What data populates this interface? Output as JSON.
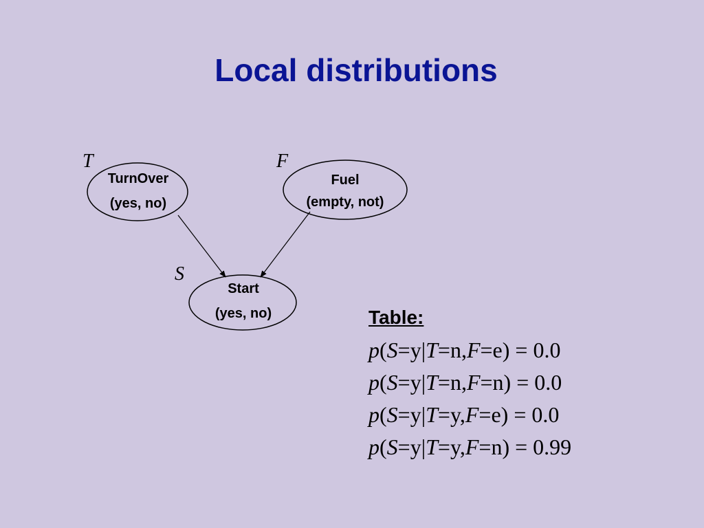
{
  "slide": {
    "title": "Local distributions"
  },
  "nodes": {
    "turnover": {
      "letter": "T",
      "name": "TurnOver",
      "values": "(yes, no)"
    },
    "fuel": {
      "letter": "F",
      "name": "Fuel",
      "values": "(empty, not)"
    },
    "start": {
      "letter": "S",
      "name": "Start",
      "values": "(yes, no)"
    }
  },
  "table": {
    "heading": "Table:",
    "rows": [
      {
        "t": "n",
        "f": "e",
        "value": "0.0"
      },
      {
        "t": "n",
        "f": "n",
        "value": "0.0"
      },
      {
        "t": "y",
        "f": "e",
        "value": "0.0"
      },
      {
        "t": "y",
        "f": "n",
        "value": "0.99"
      }
    ]
  },
  "colors": {
    "background": "#cfc7e0",
    "title": "#0a1494",
    "ink": "#000000"
  }
}
